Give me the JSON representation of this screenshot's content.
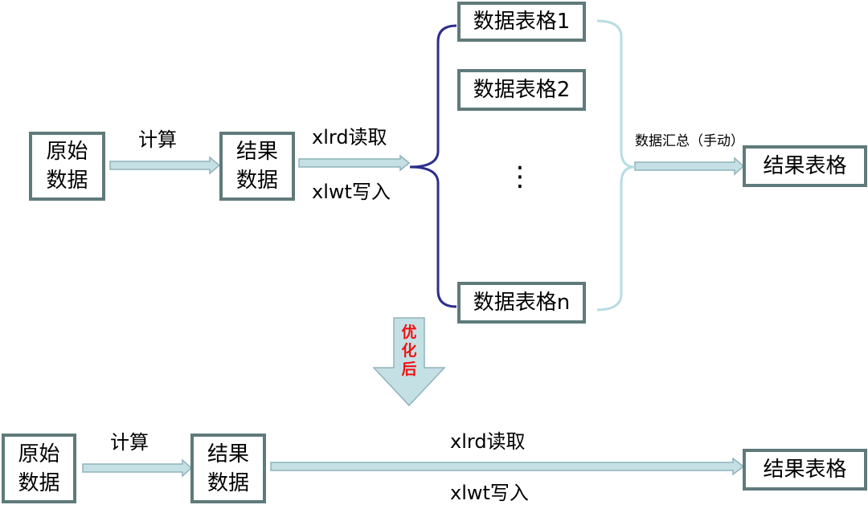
{
  "top": {
    "raw_data": "原始\n数据",
    "calc_label": "计算",
    "result_data": "结果\n数据",
    "read_label": "xlrd读取",
    "write_label": "xlwt写入",
    "tables": [
      "数据表格1",
      "数据表格2",
      "数据表格n"
    ],
    "ellipsis": "⋮",
    "summary_label": "数据汇总（手动）",
    "result_table": "结果表格"
  },
  "optimize_label": "优\n化\n后",
  "bottom": {
    "raw_data": "原始\n数据",
    "calc_label": "计算",
    "result_data": "结果\n数据",
    "read_label": "xlrd读取",
    "write_label": "xlwt写入",
    "result_table": "结果表格"
  },
  "colors": {
    "box_border": "#5f7a7a",
    "arrow_fill": "#c5e0e4",
    "arrow_stroke": "#8fb3ba",
    "left_brace": "#2e2e8a",
    "right_brace": "#b7dde3",
    "optimize_text": "#ee1111"
  }
}
